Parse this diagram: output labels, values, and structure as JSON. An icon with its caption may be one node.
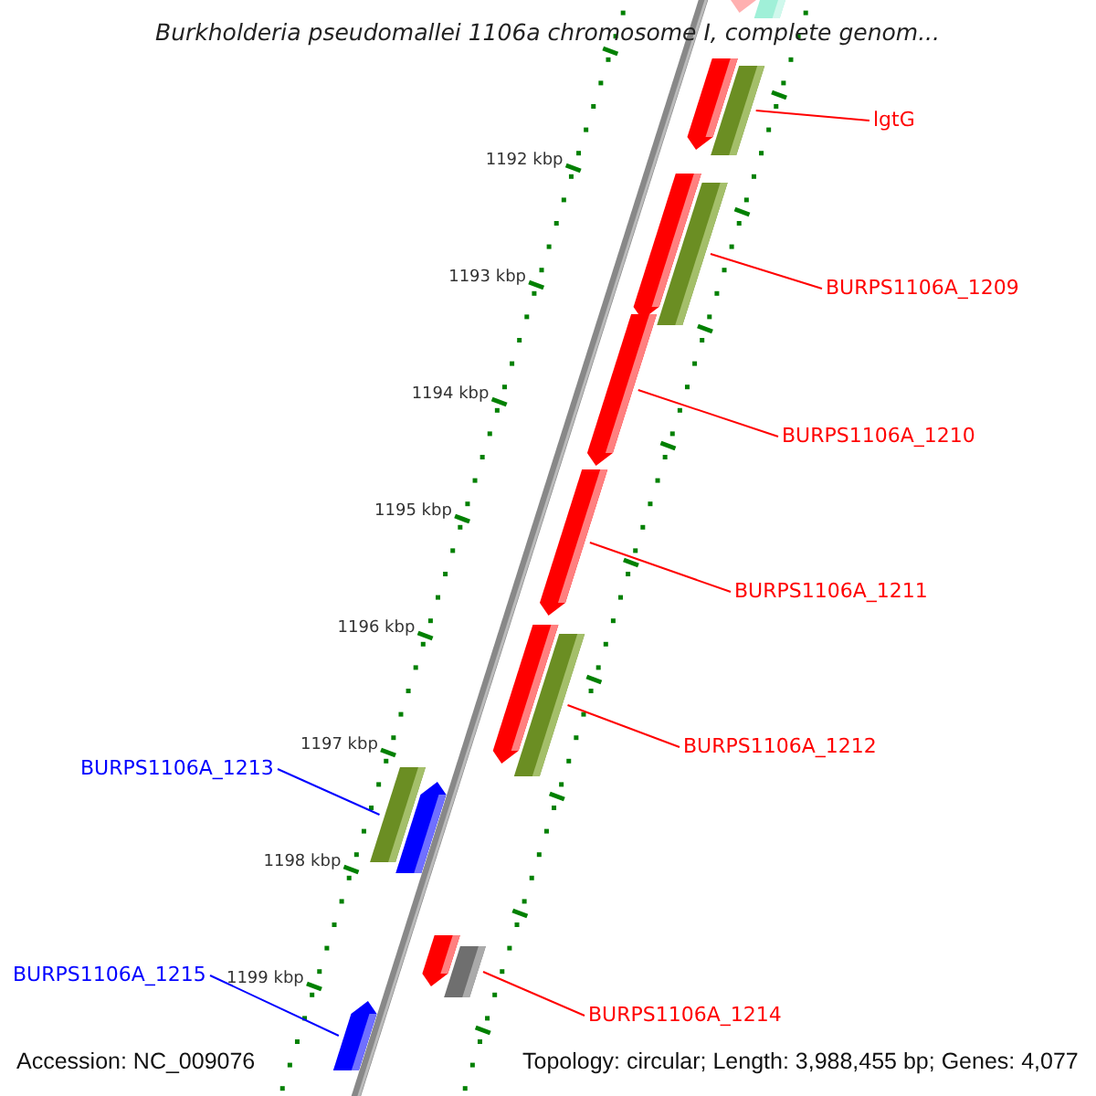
{
  "diagram": {
    "title": "Burkholderia pseudomallei 1106a chromosome I, complete genom...",
    "nodes": [
      {
        "text": [],
        "shape": "pentagon"
      },
      {
        "text": [],
        "shape": "bar"
      },
      {
        "text": [],
        "shape": "pentagon"
      },
      {
        "text": [],
        "shape": "bar"
      },
      {
        "text": [
          "lgtG"
        ]
      },
      {
        "text": [],
        "shape": "pentagon"
      },
      {
        "text": [],
        "shape": "bar"
      },
      {
        "text": [
          "BURPS1106A_1209"
        ]
      },
      {
        "text": [],
        "shape": "pentagon"
      },
      {
        "text": [
          "BURPS1106A_1210"
        ]
      },
      {
        "text": [],
        "shape": "pentagon"
      },
      {
        "text": [
          "BURPS1106A_1211"
        ]
      },
      {
        "text": [],
        "shape": "pentagon"
      },
      {
        "text": [],
        "shape": "bar"
      },
      {
        "text": [
          "BURPS1106A_1212"
        ]
      },
      {
        "text": [
          "BURPS1106A_1213"
        ]
      },
      {
        "text": [],
        "shape": "bar"
      },
      {
        "text": [],
        "shape": "pentagon"
      },
      {
        "text": [],
        "shape": "pentagon"
      },
      {
        "text": [],
        "shape": "bar"
      },
      {
        "text": [
          "BURPS1106A_1215"
        ]
      },
      {
        "text": [],
        "shape": "pentagon"
      },
      {
        "text": [
          "BURPS1106A_1214"
        ]
      }
    ],
    "edges": [
      {
        "from": 4,
        "to": 3,
        "arrow": "none"
      },
      {
        "from": 7,
        "to": 6,
        "arrow": "none"
      },
      {
        "from": 9,
        "to": 8,
        "arrow": "none"
      },
      {
        "from": 11,
        "to": 10,
        "arrow": "none"
      },
      {
        "from": 14,
        "to": 13,
        "arrow": "none"
      },
      {
        "from": 15,
        "to": 16,
        "arrow": "none",
        "color": "#0000ff"
      },
      {
        "from": 20,
        "to": 21,
        "arrow": "none",
        "color": "#0000ff"
      },
      {
        "from": 22,
        "to": 19,
        "arrow": "none"
      }
    ],
    "labels": [
      "1192 kbp",
      "1193 kbp",
      "1194 kbp",
      "1195 kbp",
      "1196 kbp",
      "1197 kbp",
      "1198 kbp",
      "1199 kbp",
      "Accession: NC_009076",
      "Topology: circular; Length: 3,988,455 bp; Genes: 4,077"
    ]
  }
}
